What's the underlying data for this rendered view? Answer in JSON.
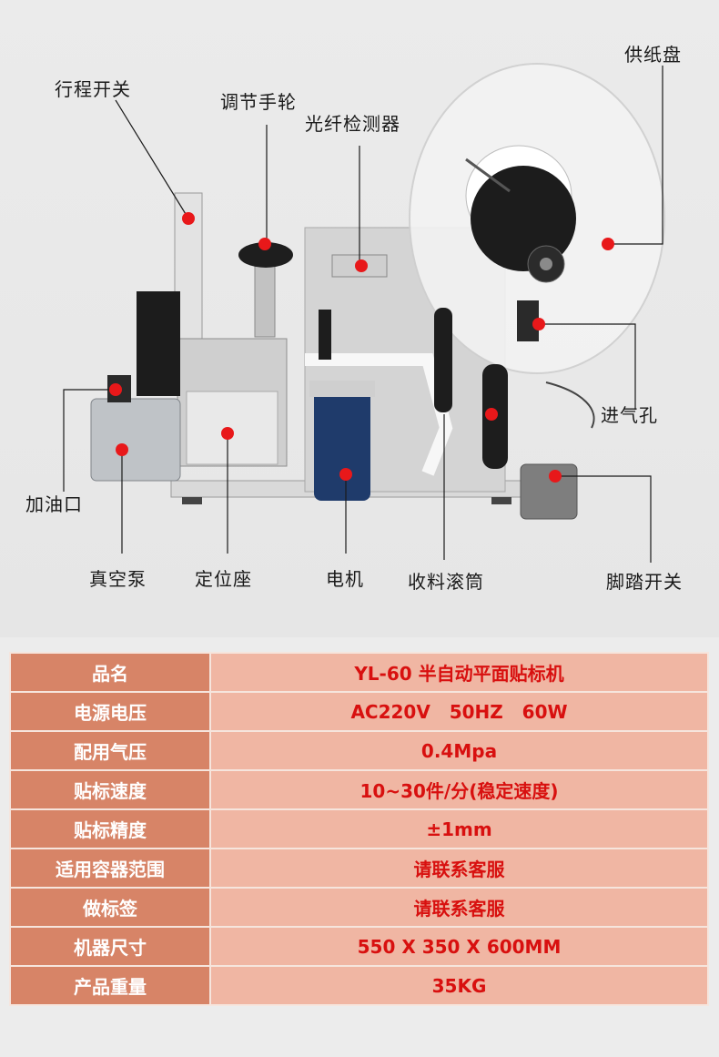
{
  "colors": {
    "key_cell_bg": "#d78467",
    "value_cell_bg": "#f0b6a3",
    "value_text": "#d8100f",
    "marker": "#e8181a"
  },
  "callouts": [
    {
      "id": "travel-switch",
      "label": "行程开关"
    },
    {
      "id": "adjust-handwheel",
      "label": "调节手轮"
    },
    {
      "id": "optical-sensor",
      "label": "光纤检测器"
    },
    {
      "id": "paper-supply-reel",
      "label": "供纸盘"
    },
    {
      "id": "air-inlet",
      "label": "进气孔"
    },
    {
      "id": "oil-filler",
      "label": "加油口"
    },
    {
      "id": "vacuum-pump",
      "label": "真空泵"
    },
    {
      "id": "positioning-seat",
      "label": "定位座"
    },
    {
      "id": "motor",
      "label": "电机"
    },
    {
      "id": "take-up-roller",
      "label": "收料滚筒"
    },
    {
      "id": "foot-switch",
      "label": "脚踏开关"
    }
  ],
  "spec_table": [
    {
      "key": "品名",
      "value": "YL-60 半自动平面贴标机"
    },
    {
      "key": "电源电压",
      "value": "AC220V   50HZ   60W"
    },
    {
      "key": "配用气压",
      "value": "0.4Mpa"
    },
    {
      "key": "贴标速度",
      "value": "10~30件/分(稳定速度)"
    },
    {
      "key": "贴标精度",
      "value": "±1mm"
    },
    {
      "key": "适用容器范围",
      "value": "请联系客服"
    },
    {
      "key": "做标签",
      "value": "请联系客服"
    },
    {
      "key": "机器尺寸",
      "value": "550 X 350 X 600MM"
    },
    {
      "key": "产品重量",
      "value": "35KG"
    }
  ]
}
